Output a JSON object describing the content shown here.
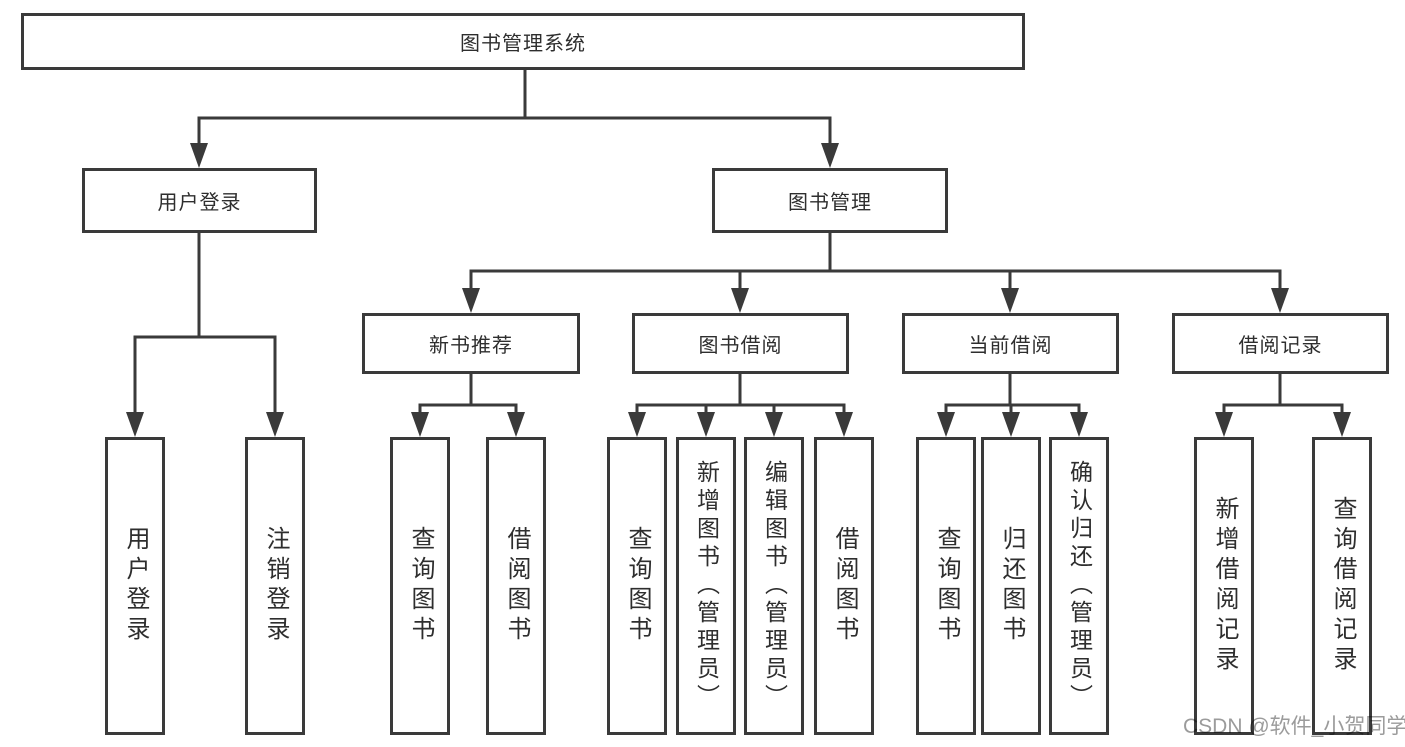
{
  "diagram_title": "图书管理系统",
  "nodes": {
    "root": "图书管理系统",
    "user_login": "用户登录",
    "book_management": "图书管理",
    "new_book_recommend": "新书推荐",
    "book_borrow": "图书借阅",
    "current_borrow": "当前借阅",
    "borrow_record": "借阅记录",
    "leaf_user_login": "用户登录",
    "leaf_logout": "注销登录",
    "leaf_nb_query_book": "查询图书",
    "leaf_nb_borrow_book": "借阅图书",
    "leaf_bb_query_book": "查询图书",
    "leaf_bb_add_book": "新增图书（管理员）",
    "leaf_bb_edit_book": "编辑图书（管理员）",
    "leaf_bb_borrow_book": "借阅图书",
    "leaf_cb_query_book": "查询图书",
    "leaf_cb_return_book": "归还图书",
    "leaf_cb_confirm_return": "确认归还（管理员）",
    "leaf_br_add_record": "新增借阅记录",
    "leaf_br_query_record": "查询借阅记录"
  },
  "watermark": "CSDN @软件_小贺同学",
  "colors": {
    "line": "#3a3a3a",
    "text": "#2e2e2e",
    "watermark": "#9b9b9b",
    "background": "#ffffff"
  }
}
